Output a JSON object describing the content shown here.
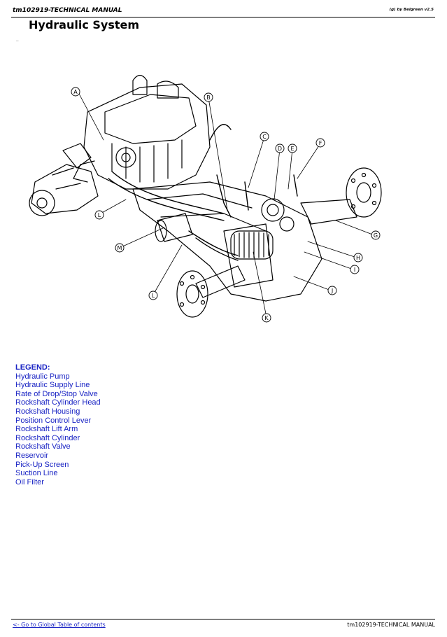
{
  "header": {
    "doc_id": "tm102919-TECHNICAL MANUAL",
    "credit": "(g) by Belgreen v2.5"
  },
  "title": "Hydraulic System",
  "subtitle_mark": "_",
  "diagram": {
    "callouts": [
      "A",
      "B",
      "C",
      "D",
      "E",
      "F",
      "G",
      "H",
      "I",
      "J",
      "K",
      "L",
      "L",
      "M"
    ]
  },
  "legend": {
    "heading": "LEGEND:",
    "items": [
      "Hydraulic Pump",
      "Hydraulic Supply Line",
      "Rate of Drop/Stop Valve",
      "Rockshaft Cylinder Head",
      "Rockshaft Housing",
      "Position Control Lever",
      "Rockshaft Lift Arm",
      "Rockshaft Cylinder",
      "Rockshaft Valve",
      "Reservoir",
      "Pick-Up Screen",
      "Suction Line",
      "Oil Filter"
    ]
  },
  "footer": {
    "toc_link": "<- Go to Global Table of contents",
    "doc_id": "tm102919-TECHNICAL MANUAL"
  }
}
